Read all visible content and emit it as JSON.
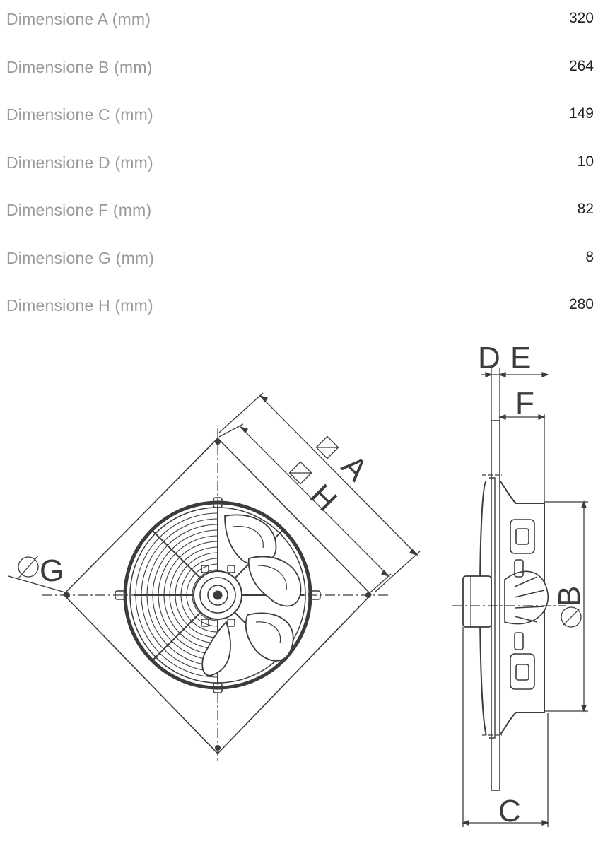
{
  "specs": [
    {
      "label": "Dimensione A (mm)",
      "value": "320"
    },
    {
      "label": "Dimensione B (mm)",
      "value": "264"
    },
    {
      "label": "Dimensione C (mm)",
      "value": "149"
    },
    {
      "label": "Dimensione D (mm)",
      "value": "10"
    },
    {
      "label": "Dimensione F (mm)",
      "value": "82"
    },
    {
      "label": "Dimensione G (mm)",
      "value": "8"
    },
    {
      "label": "Dimensione H (mm)",
      "value": "280"
    }
  ],
  "drawing": {
    "front_labels": {
      "A": "A",
      "H": "H",
      "G": "G"
    },
    "side_labels": {
      "D": "D",
      "E": "E",
      "F": "F",
      "B": "B",
      "C": "C"
    }
  },
  "colors": {
    "label": "#9a9a9a",
    "value": "#1f1f1f",
    "line": "#3c3c3c"
  }
}
